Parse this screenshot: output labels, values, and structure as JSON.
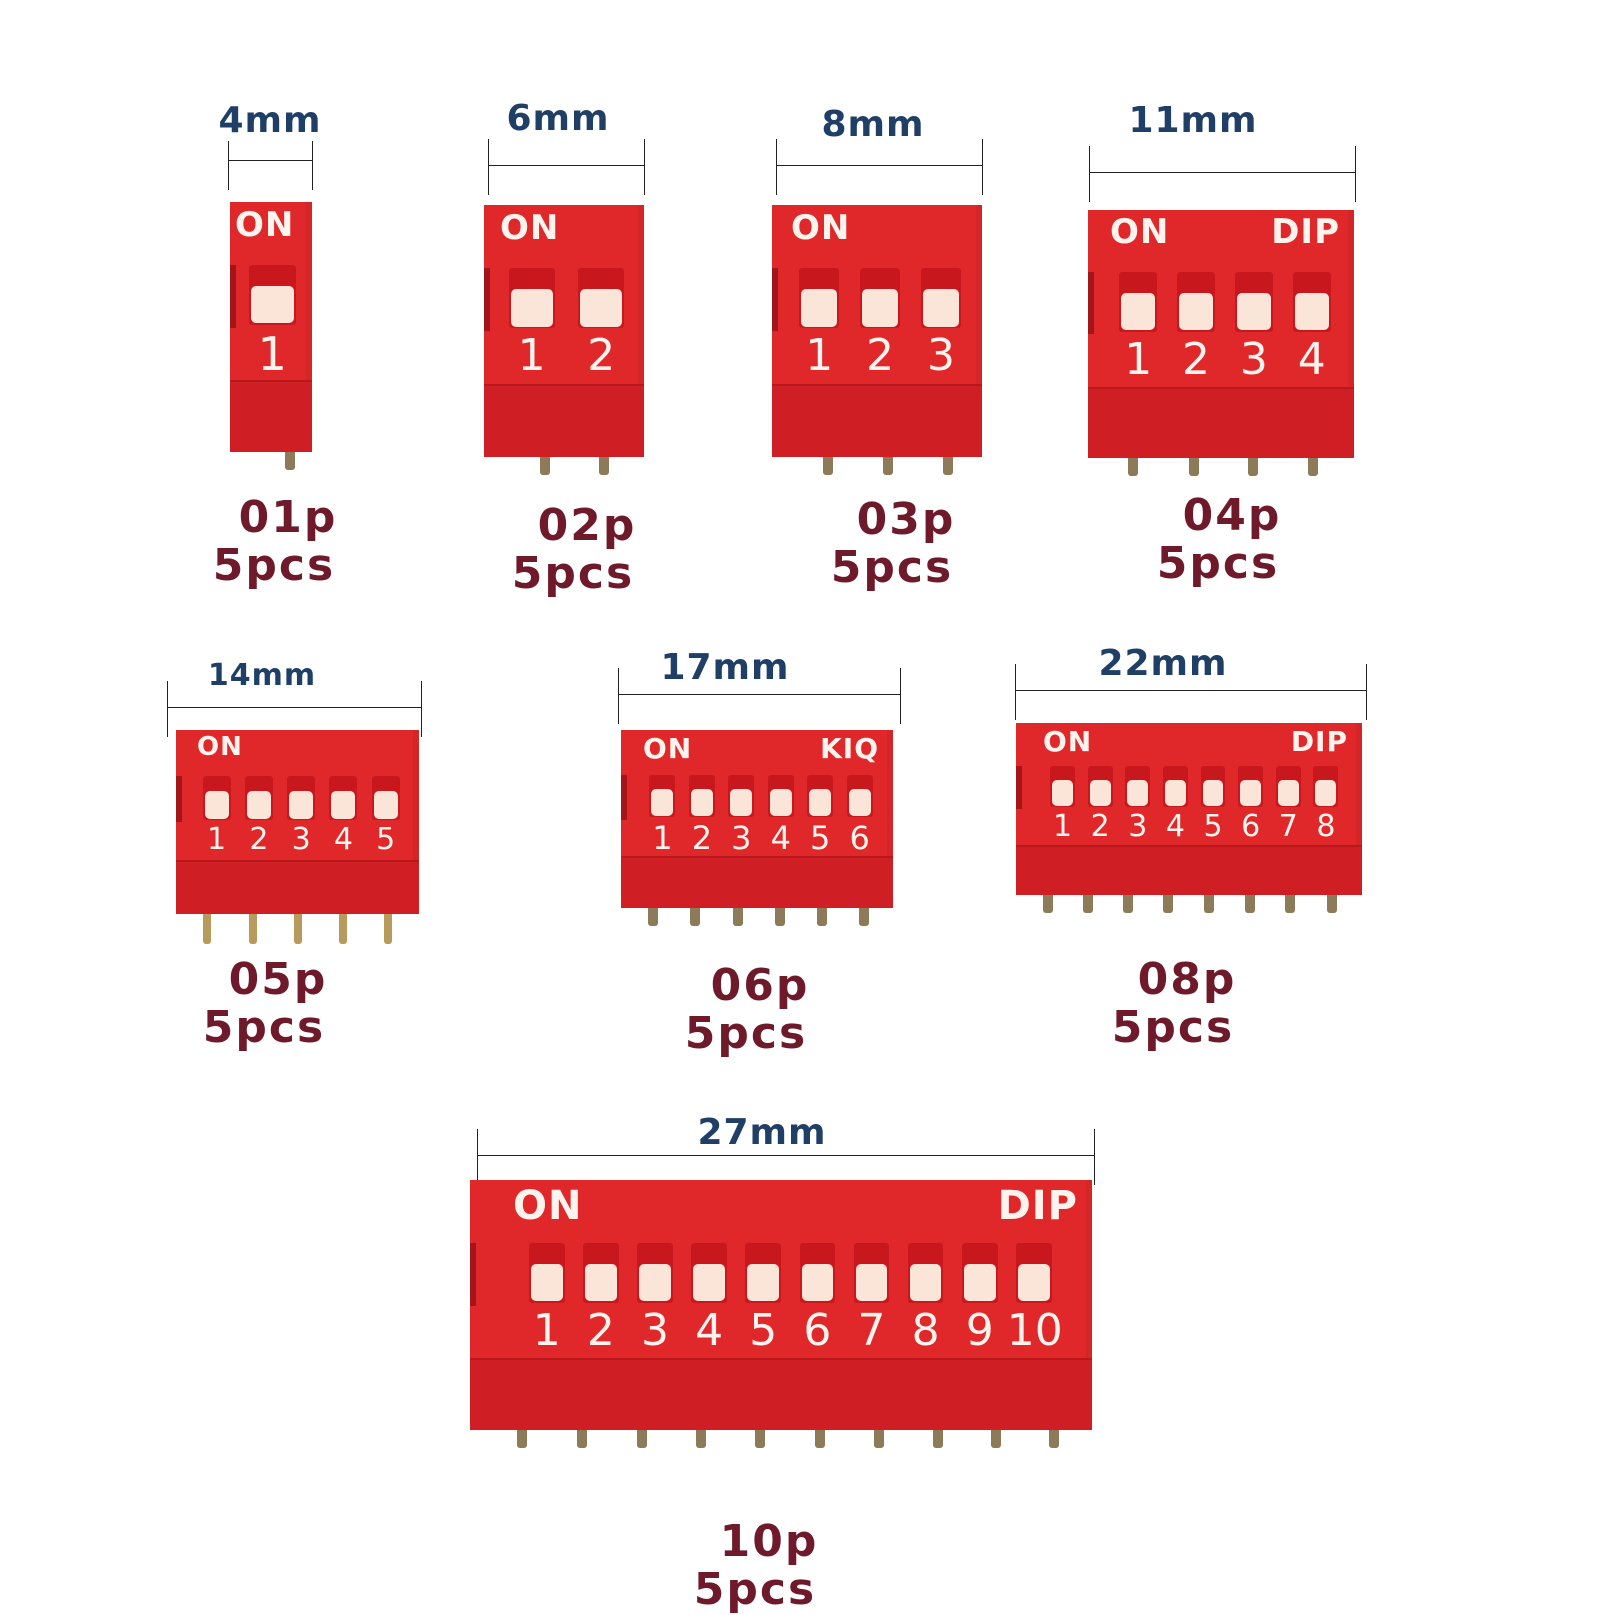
{
  "colors": {
    "dimension_text": "#1f3f66",
    "caption_text": "#6e1a2a",
    "body_top": "#e0282a",
    "body_bottom": "#cf1f24",
    "notch": "#a51418",
    "slot": "#c8181e",
    "knob": "#fbe5d8",
    "pin": "#8c7a58"
  },
  "switches": [
    {
      "id": "01p",
      "width_label": "4mm",
      "model": "01p",
      "qty": "5pcs",
      "positions": 1,
      "on_label": "ON",
      "dip_label": "",
      "numbers": [
        "1"
      ]
    },
    {
      "id": "02p",
      "width_label": "6mm",
      "model": "02p",
      "qty": "5pcs",
      "positions": 2,
      "on_label": "ON",
      "dip_label": "",
      "numbers": [
        "1",
        "2"
      ]
    },
    {
      "id": "03p",
      "width_label": "8mm",
      "model": "03p",
      "qty": "5pcs",
      "positions": 3,
      "on_label": "ON",
      "dip_label": "",
      "numbers": [
        "1",
        "2",
        "3"
      ]
    },
    {
      "id": "04p",
      "width_label": "11mm",
      "model": "04p",
      "qty": "5pcs",
      "positions": 4,
      "on_label": "ON",
      "dip_label": "DIP",
      "numbers": [
        "1",
        "2",
        "3",
        "4"
      ]
    },
    {
      "id": "05p",
      "width_label": "14mm",
      "model": "05p",
      "qty": "5pcs",
      "positions": 5,
      "on_label": "ON",
      "dip_label": "",
      "numbers": [
        "1",
        "2",
        "3",
        "4",
        "5"
      ]
    },
    {
      "id": "06p",
      "width_label": "17mm",
      "model": "06p",
      "qty": "5pcs",
      "positions": 6,
      "on_label": "ON",
      "dip_label": "KIQ",
      "numbers": [
        "1",
        "2",
        "3",
        "4",
        "5",
        "6"
      ]
    },
    {
      "id": "08p",
      "width_label": "22mm",
      "model": "08p",
      "qty": "5pcs",
      "positions": 8,
      "on_label": "ON",
      "dip_label": "DIP",
      "numbers": [
        "1",
        "2",
        "3",
        "4",
        "5",
        "6",
        "7",
        "8"
      ]
    },
    {
      "id": "10p",
      "width_label": "27mm",
      "model": "10p",
      "qty": "5pcs",
      "positions": 10,
      "on_label": "ON",
      "dip_label": "DIP",
      "numbers": [
        "1",
        "2",
        "3",
        "4",
        "5",
        "6",
        "7",
        "8",
        "9",
        "10"
      ]
    }
  ]
}
